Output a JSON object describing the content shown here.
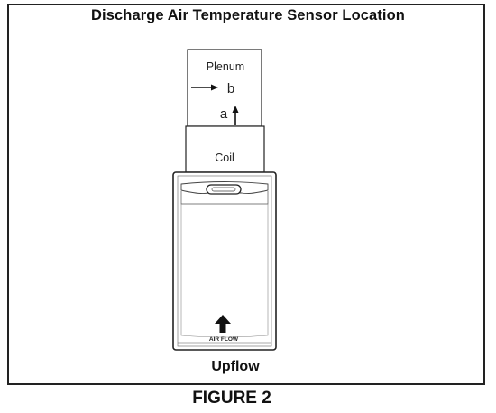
{
  "title": "Discharge Air Temperature Sensor Location",
  "labels": {
    "plenum": "Plenum",
    "sensor_b": "b",
    "sensor_a": "a",
    "coil": "Coil",
    "air_flow": "AIR FLOW"
  },
  "caption": "Upflow",
  "figure_label": "FIGURE 2"
}
